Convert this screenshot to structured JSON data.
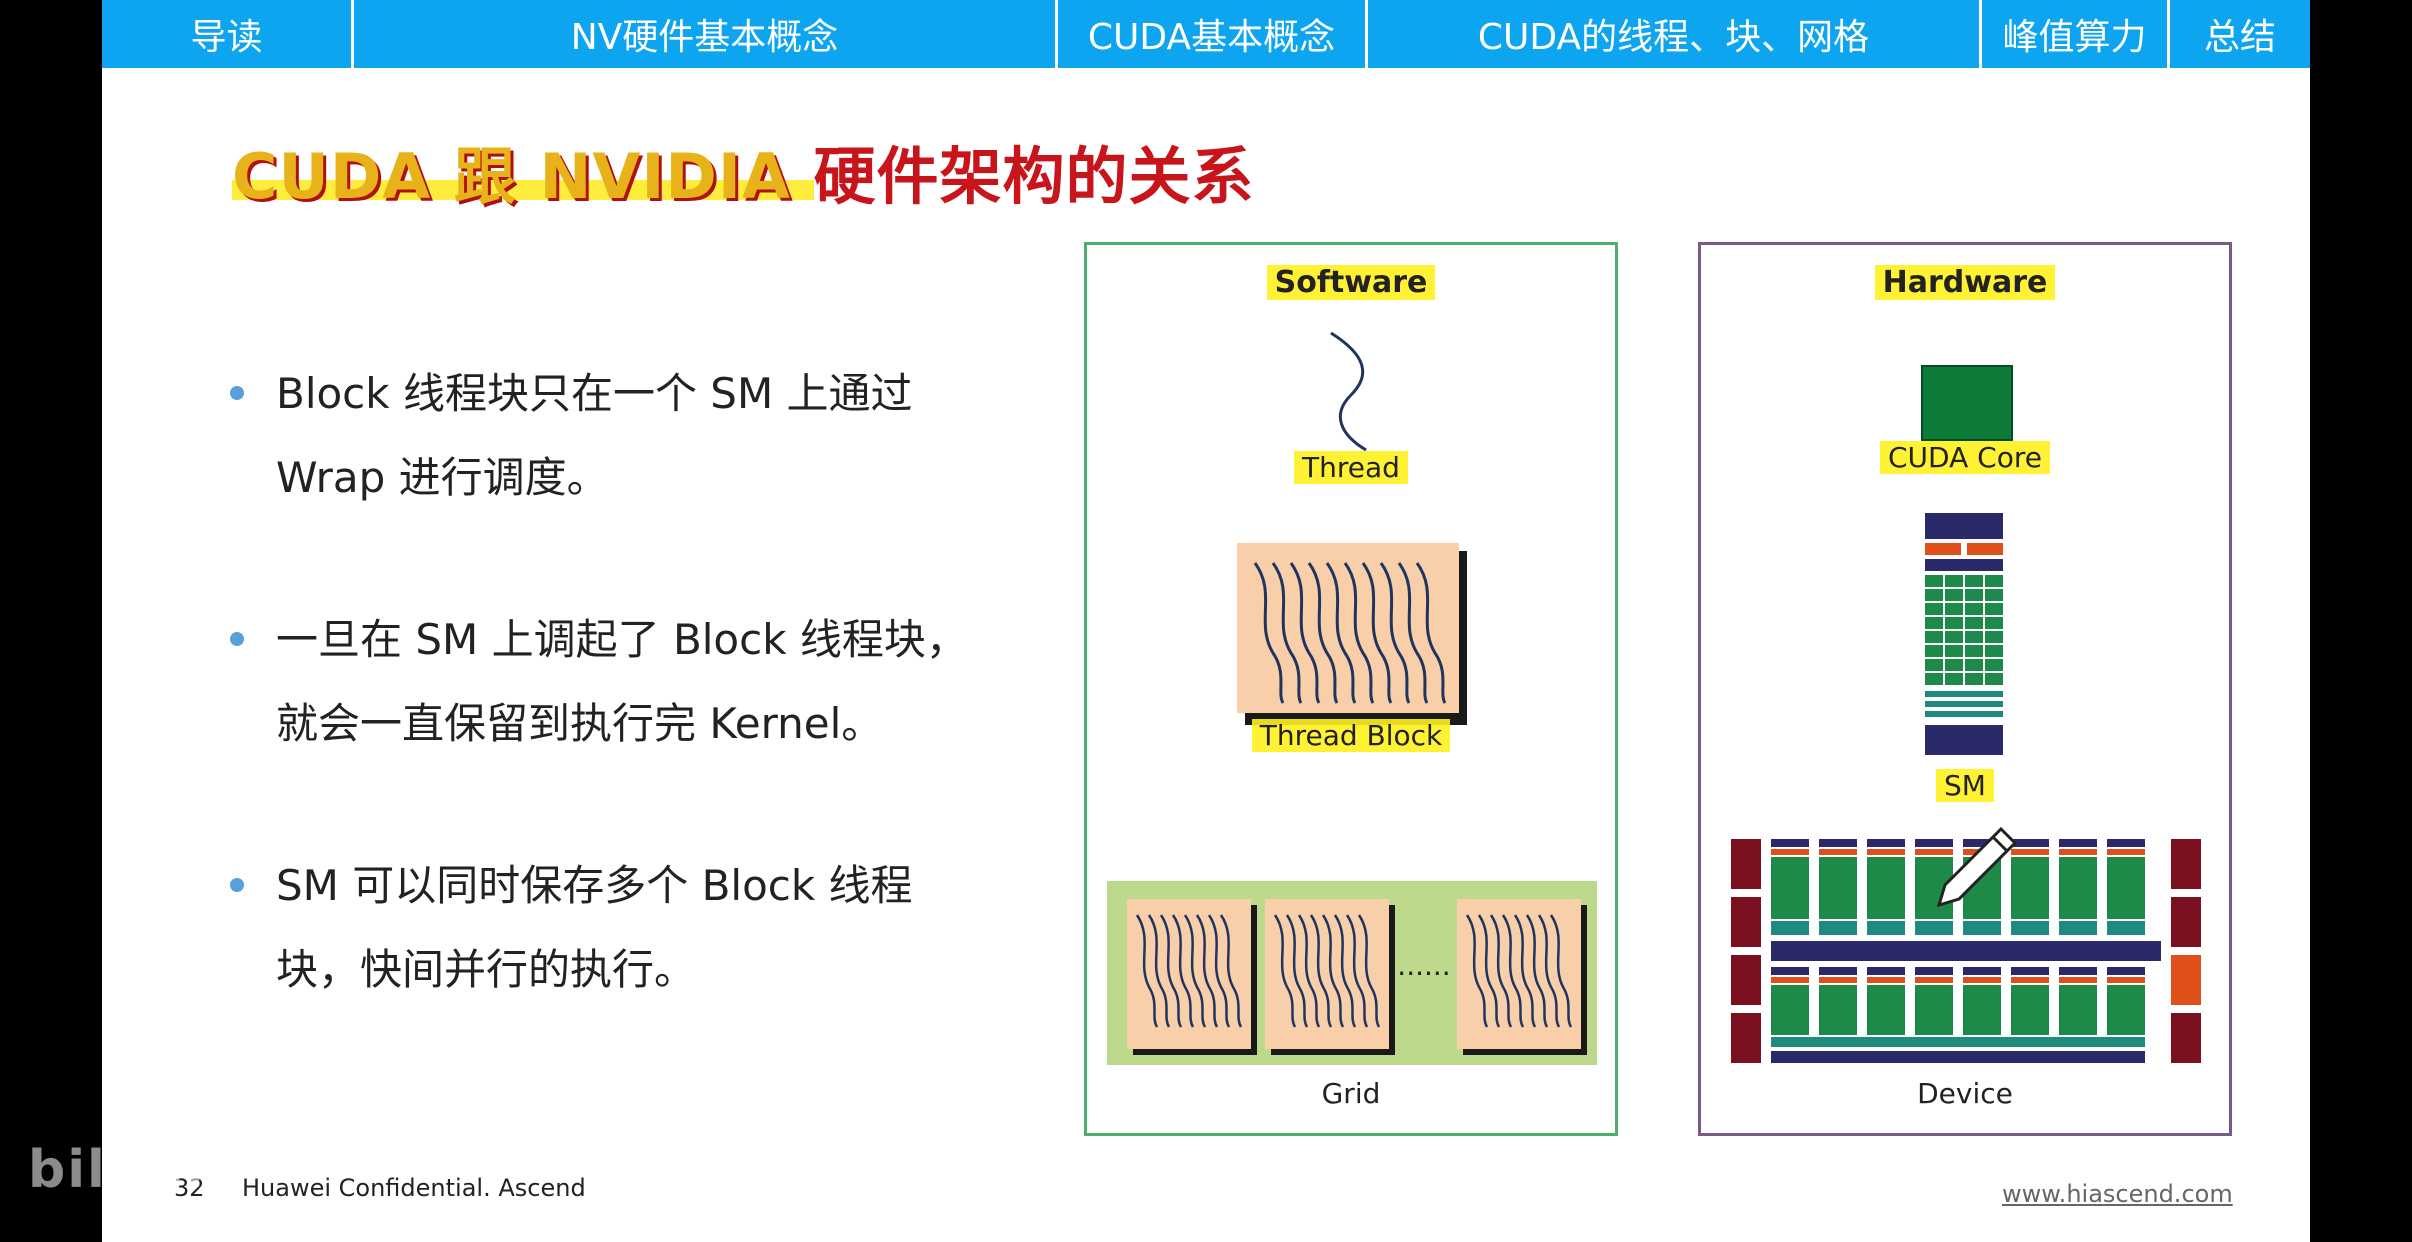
{
  "nav": {
    "tabs": [
      {
        "label": "导读"
      },
      {
        "label": "NV硬件基本概念"
      },
      {
        "label": "CUDA基本概念"
      },
      {
        "label": "CUDA的线程、块、网格"
      },
      {
        "label": "峰值算力"
      },
      {
        "label": "总结"
      }
    ]
  },
  "slide": {
    "title_en": "CUDA 跟 NVIDIA ",
    "title_cn": "硬件架构的关系",
    "bullets": [
      {
        "line1": "Block 线程块只在一个 SM 上通过",
        "line2": "Wrap 进行调度。"
      },
      {
        "line1": "一旦在 SM 上调起了 Block 线程块，",
        "line2": "就会一直保留到执行完 Kernel。"
      },
      {
        "line1": "SM 可以同时保存多个 Block 线程",
        "line2": "块，快间并行的执行。"
      }
    ]
  },
  "software": {
    "title": "Software",
    "thread_label": "Thread",
    "block_label": "Thread Block",
    "ellipsis": "......",
    "grid_label": "Grid"
  },
  "hardware": {
    "title": "Hardware",
    "core_label": "CUDA Core",
    "sm_label": "SM",
    "device_label": "Device"
  },
  "footer": {
    "page_number": "32",
    "confidential": "Huawei Confidential. Ascend",
    "url": "www.hiascend.com",
    "watermark": "bilibili"
  },
  "colors": {
    "nav_bg": "#0ea5f0",
    "title_red": "#c8141b",
    "title_gold": "#e8b21a",
    "highlight": "#fff01e",
    "sw_border": "#4bb06c",
    "hw_border": "#7b5a8a",
    "core_green": "#0e7a3a",
    "sm_navy": "#2a2a6a",
    "sm_orange": "#e0501a",
    "device_maroon": "#7a1020",
    "block_peach": "#f8cfa8",
    "grid_green": "#bcd98c"
  }
}
